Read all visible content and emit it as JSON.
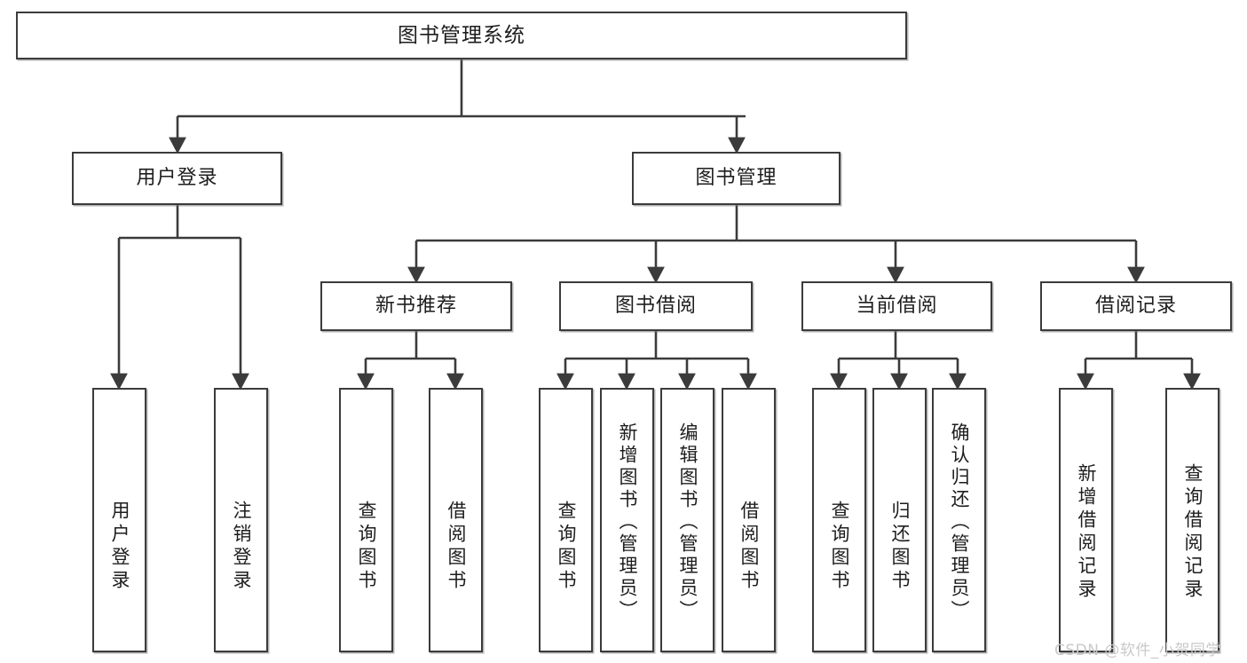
{
  "diagram": {
    "type": "tree",
    "title": "图书管理系统",
    "orientation": "top-down",
    "colors": {
      "node_border": "#3b3b3b",
      "node_fill": "#ffffff",
      "edge": "#3b3b3b",
      "background": "#ffffff",
      "watermark": "#c9c9c9"
    },
    "root": {
      "label": "图书管理系统"
    },
    "level2": [
      {
        "label": "用户登录"
      },
      {
        "label": "图书管理"
      }
    ],
    "level3": [
      {
        "label": "新书推荐"
      },
      {
        "label": "图书借阅"
      },
      {
        "label": "当前借阅"
      },
      {
        "label": "借阅记录"
      }
    ],
    "leaves": {
      "user_login": [
        {
          "label": "用户登录"
        },
        {
          "label": "注销登录"
        }
      ],
      "new_book_recommend": [
        {
          "label": "查询图书"
        },
        {
          "label": "借阅图书"
        }
      ],
      "book_borrow": [
        {
          "label": "查询图书"
        },
        {
          "label": "新增图书（管理员）"
        },
        {
          "label": "编辑图书（管理员）"
        },
        {
          "label": "借阅图书"
        }
      ],
      "current_borrow": [
        {
          "label": "查询图书"
        },
        {
          "label": "归还图书"
        },
        {
          "label": "确认归还（管理员）"
        }
      ],
      "borrow_records": [
        {
          "label": "新增借阅记录"
        },
        {
          "label": "查询借阅记录"
        }
      ]
    }
  },
  "watermark": {
    "text": "CSDN @软件_小贺同学"
  }
}
